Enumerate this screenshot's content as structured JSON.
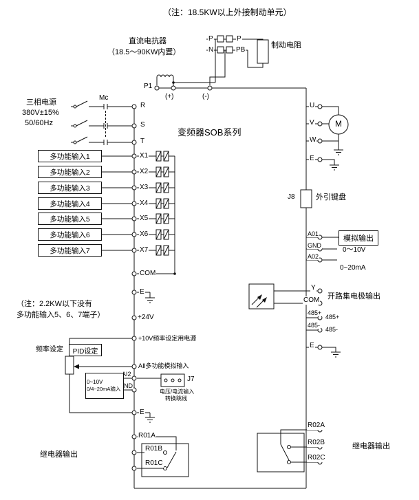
{
  "title": "变频器SOB系列",
  "notes": {
    "brake_unit": "（注：18.5KW以上外接制动单元）",
    "small_power_1": "（注：2.2KW以下没有",
    "small_power_2": "多功能输入5、6、7端子）"
  },
  "top": {
    "dc_reactor_1": "直流电抗器",
    "dc_reactor_2": "（18.5～90KW内置）",
    "p1": "P1",
    "plus": "(+)",
    "minus": "(-)",
    "p_left": "P",
    "p_right": "P",
    "n": "N",
    "pb": "PB",
    "brake_resistor": "制动电阻"
  },
  "power": {
    "l1": "三相电源",
    "l2": "380V±15%",
    "l3": "50/60Hz",
    "mc": "Mc",
    "r": "R",
    "s": "S",
    "t": "T"
  },
  "inputs": {
    "labels": [
      "多功能输入1",
      "多功能输入2",
      "多功能输入3",
      "多功能输入4",
      "多功能输入5",
      "多功能输入6",
      "多功能输入7"
    ],
    "terminals": [
      "X1",
      "X2",
      "X3",
      "X4",
      "X5",
      "X6",
      "X7"
    ],
    "com": "COM",
    "e": "E",
    "p24": "+24V"
  },
  "analog_in": {
    "p10": "+10V频率设定用电源",
    "freq": "频率设定",
    "pid": "PID设定",
    "ai_note": "AⅡ多功能模拟输入",
    "ai2": "AI2",
    "gnd": "GND",
    "range1": "0~10V",
    "range2": "0/4~20mA输入",
    "j7": "J7",
    "j7_note1": "电压/电流输入",
    "j7_note2": "转换跳线",
    "e": "E"
  },
  "relay1": {
    "a": "R01A",
    "b": "R01B",
    "c": "R01C",
    "label": "继电器输出"
  },
  "motor_out": {
    "u": "U",
    "v": "V",
    "w": "W",
    "m": "M",
    "e": "E"
  },
  "keypad": {
    "j8": "J8",
    "label": "外引键盘"
  },
  "analog_out": {
    "a01": "A01",
    "gnd": "GND",
    "a02": "A02",
    "label": "模拟输出",
    "range1": "0～10V",
    "range2": "0~20mA"
  },
  "collector_out": {
    "y": "Y",
    "com": "COM",
    "label": "开路集电极输出"
  },
  "comm": {
    "in_plus": "485+",
    "out_plus": "485+",
    "in_minus": "485-",
    "out_minus": "485-",
    "e": "E"
  },
  "relay2": {
    "a": "R02A",
    "b": "R02B",
    "c": "R02C",
    "label": "继电器输出"
  }
}
